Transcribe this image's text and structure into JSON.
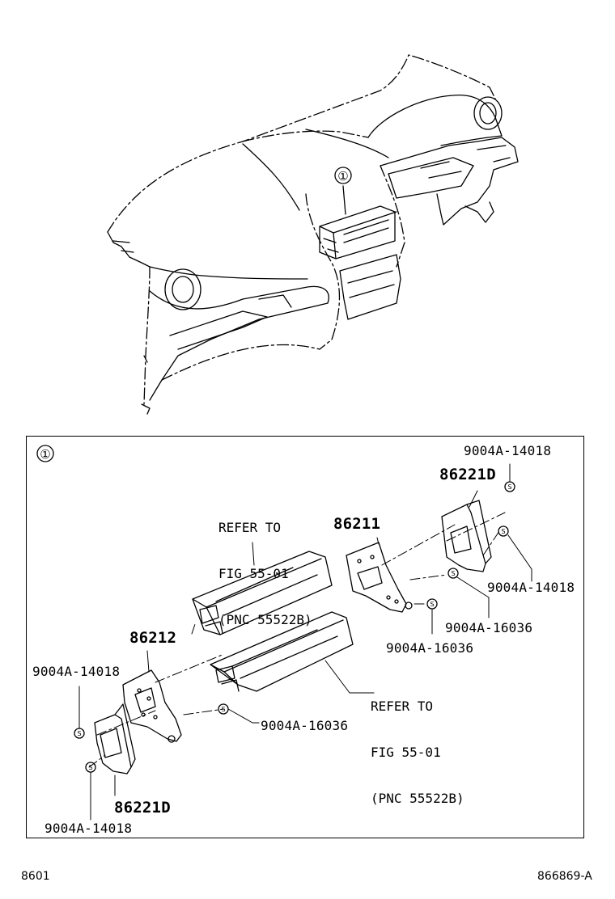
{
  "overview": {
    "callout": "①"
  },
  "detail": {
    "callout": "①",
    "labels": {
      "p_9004A_14018_top": "9004A-14018",
      "p_86221D_top": "86221D",
      "p_9004A_14018_right": "9004A-14018",
      "p_86211": "86211",
      "p_9004A_16036_right": "9004A-16036",
      "p_9004A_16036_mid": "9004A-16036",
      "p_86212": "86212",
      "p_9004A_14018_left": "9004A-14018",
      "p_9004A_16036_lower": "9004A-16036",
      "p_86221D_bottom": "86221D",
      "p_9004A_14018_bottom": "9004A-14018"
    },
    "refer_upper": [
      "REFER TO",
      "FIG 55-01",
      "(PNC 55522B)"
    ],
    "refer_lower": [
      "REFER TO",
      "FIG 55-01",
      "(PNC 55522B)"
    ],
    "screw_symbol": "S"
  },
  "footer": {
    "left_code": "8601",
    "right_code": "866869-A"
  }
}
